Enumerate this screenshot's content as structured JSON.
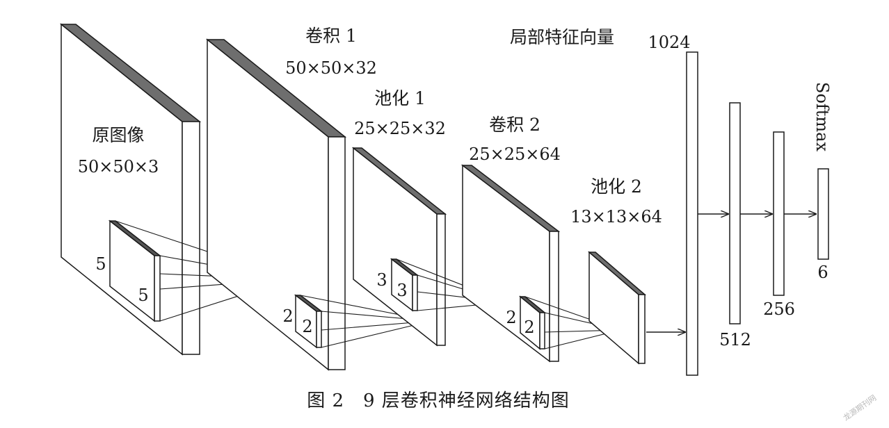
{
  "layers": {
    "input": {
      "name": "原图像",
      "dims": "50×50×3"
    },
    "conv1": {
      "name": "卷积 1",
      "dims": "50×50×32"
    },
    "pool1": {
      "name": "池化 1",
      "dims": "25×25×32"
    },
    "conv2": {
      "name": "卷积 2",
      "dims": "25×25×64"
    },
    "pool2": {
      "name": "池化 2",
      "dims": "13×13×64"
    }
  },
  "fc_title": "局部特征向量",
  "fc": {
    "fc1": "1024",
    "fc2": "512",
    "fc3": "256",
    "softmax_label": "Softmax",
    "out": "6"
  },
  "kernels": {
    "k1": {
      "h": "5",
      "w": "5"
    },
    "k2": {
      "h": "2",
      "w": "2"
    },
    "k3": {
      "h": "3",
      "w": "3"
    },
    "k4": {
      "h": "2",
      "w": "2"
    }
  },
  "caption": "图 2　9 层卷积神经网络结构图",
  "watermark": "龙源期刊网",
  "colors": {
    "stroke": "#1a1a1a",
    "top_face": "#6e6e6e",
    "kernel_side": "#555555"
  }
}
